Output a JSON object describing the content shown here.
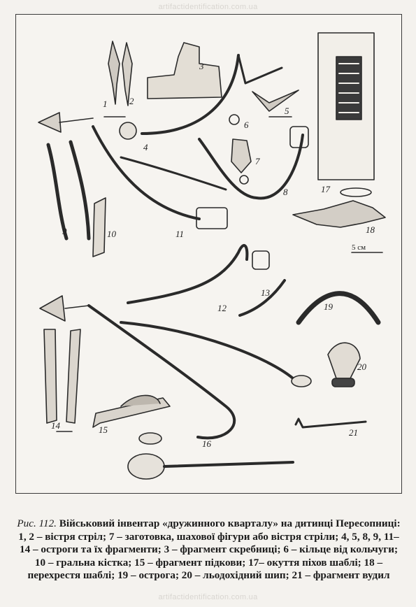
{
  "watermark": "artifactidentification.com.ua",
  "figure": {
    "item_labels": [
      "1",
      "2",
      "3",
      "4",
      "5",
      "6",
      "7",
      "8",
      "9",
      "10",
      "11",
      "12",
      "13",
      "14",
      "15",
      "16",
      "17",
      "18",
      "19",
      "20",
      "21"
    ],
    "scale_label": "5 см"
  },
  "caption": {
    "fig_label": "Рис. 112.",
    "title": "Військовий інвентар «дружинного кварталу» на дитинці",
    "body": "Пересопниці: 1, 2 – вістря стріл; 7 – заготовка, шахової фігури або вістря стріли; 4, 5, 8, 9, 11–14 – остроги та їх фрагменти; 3 – фрагмент скребниці; 6 – кільце від кольчуги; 10 – гральна кістка; 15 – фрагмент підкови; 17– окуття піхов шаблі; 18 – перехрестя шаблі; 19 – острога; 20 – льодохідний шип; 21 – фрагмент вудил"
  }
}
